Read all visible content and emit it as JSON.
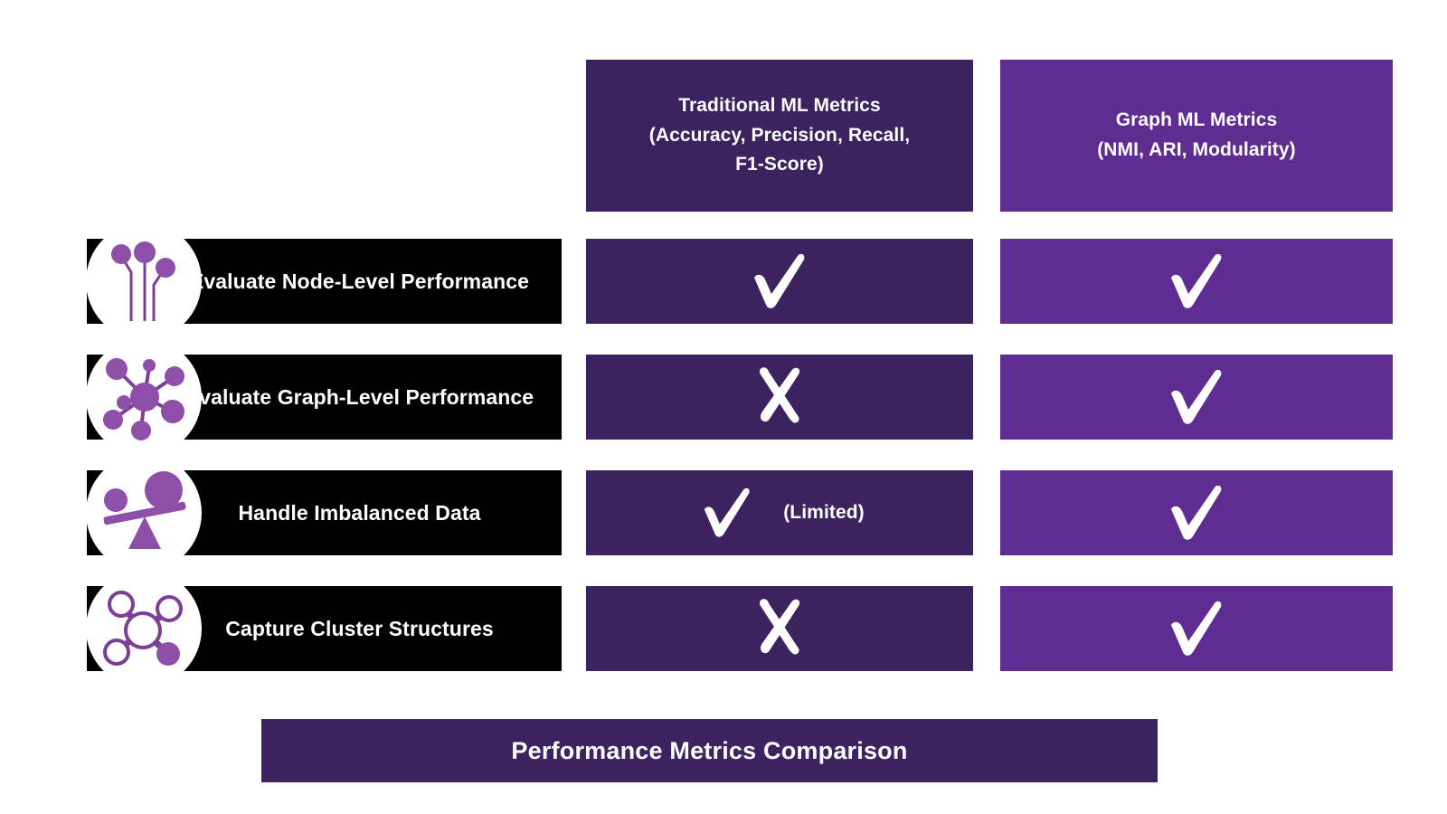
{
  "colors": {
    "dark_purple": "#3D2260",
    "bright_purple": "#5F2D91",
    "icon_purple": "#8E4FA8",
    "bar_black": "#000000",
    "text_white": "#FFFFFF",
    "background": "#FFFFFF"
  },
  "columns": [
    {
      "id": "traditional-ml",
      "title": "Traditional ML Metrics",
      "subtitle": "(Accuracy, Precision, Recall,",
      "subtitle2": "F1-Score)",
      "color": "#3D2260"
    },
    {
      "id": "graph-ml",
      "title": "Graph ML Metrics",
      "subtitle": "(NMI, ARI, Modularity)",
      "subtitle2": "",
      "color": "#5F2D91"
    }
  ],
  "rows": [
    {
      "label": "Evaluate Node-Level Performance",
      "icon": "circuit-nodes-icon",
      "traditional": {
        "mark": "check",
        "note": ""
      },
      "graph": {
        "mark": "check",
        "note": ""
      }
    },
    {
      "label": "Evaluate Graph-Level Performance",
      "icon": "network-hub-icon",
      "traditional": {
        "mark": "cross",
        "note": ""
      },
      "graph": {
        "mark": "check",
        "note": ""
      }
    },
    {
      "label": "Handle Imbalanced Data",
      "icon": "imbalanced-scale-icon",
      "traditional": {
        "mark": "check",
        "note": "(Limited)"
      },
      "graph": {
        "mark": "check",
        "note": ""
      }
    },
    {
      "label": "Capture Cluster Structures",
      "icon": "cluster-molecule-icon",
      "traditional": {
        "mark": "cross",
        "note": ""
      },
      "graph": {
        "mark": "check",
        "note": ""
      }
    }
  ],
  "banner": {
    "title": "Performance Metrics Comparison"
  }
}
